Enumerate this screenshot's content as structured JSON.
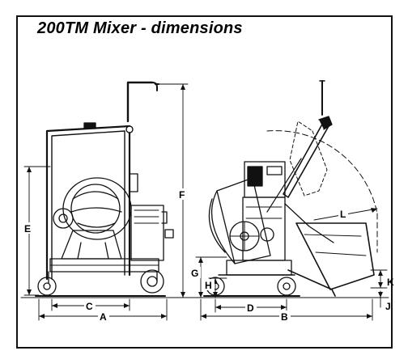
{
  "title": "200TM Mixer - dimensions",
  "dimension_labels": {
    "A": "A",
    "B": "B",
    "C": "C",
    "D": "D",
    "E": "E",
    "F": "F",
    "G": "G",
    "H": "H",
    "J": "J",
    "K": "K",
    "L": "L"
  },
  "colors": {
    "ink": "#111111",
    "frame": "#111111",
    "background": "#ffffff"
  }
}
